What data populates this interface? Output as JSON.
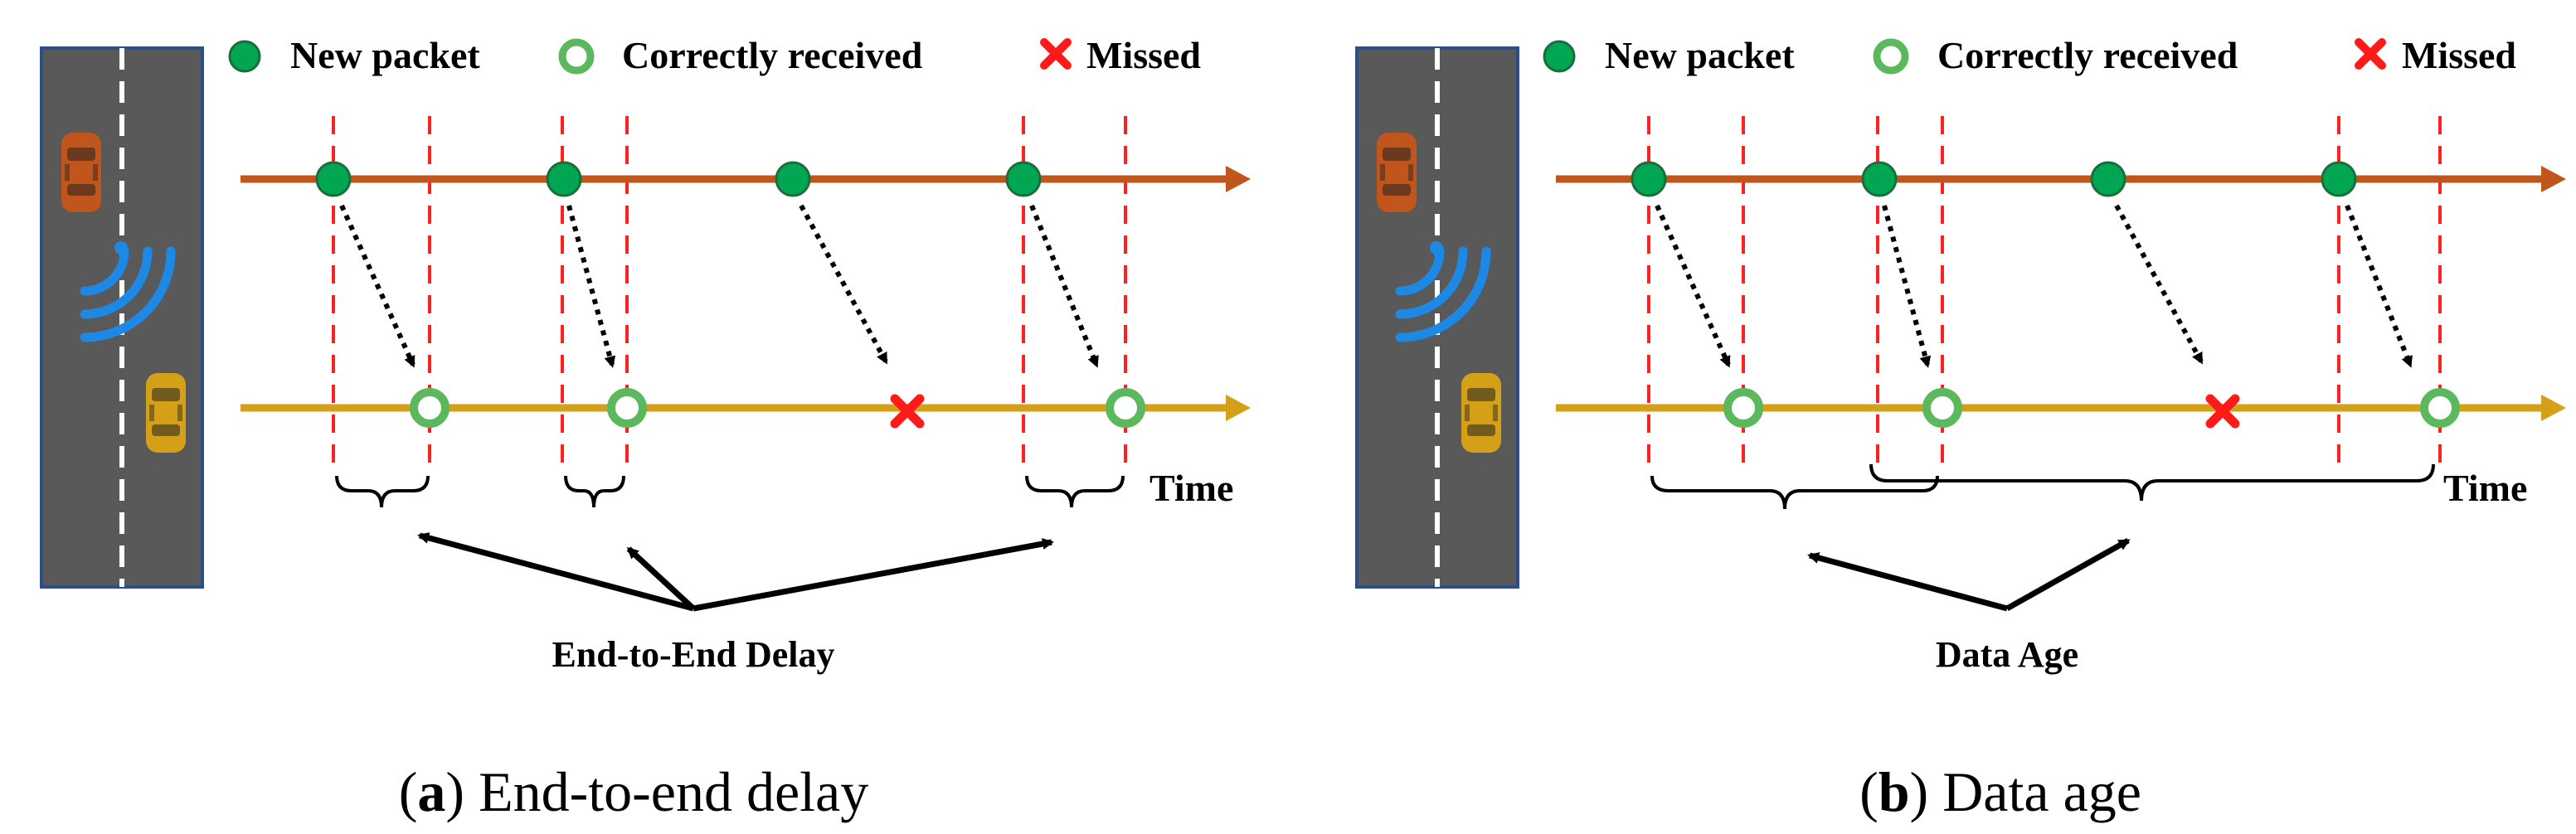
{
  "legend": {
    "new_packet": "New packet",
    "correctly_received": "Correctly received",
    "missed": "Missed"
  },
  "colors": {
    "tx_line": "#c0561b",
    "rx_line": "#d4a017",
    "road": "#595959",
    "new_packet_fill": "#00a651",
    "received_ring": "#5cb85c",
    "missed": "#ff1a1a",
    "deadline": "#ff2020",
    "wifi": "#1e88e5"
  },
  "panels": [
    {
      "id": "a",
      "time_label": "Time",
      "metric_label": "End-to-End Delay",
      "caption_letter": "a",
      "caption_text": "End-to-end delay"
    },
    {
      "id": "b",
      "time_label": "Time",
      "metric_label": "Data Age",
      "caption_letter": "b",
      "caption_text": "Data age"
    }
  ]
}
